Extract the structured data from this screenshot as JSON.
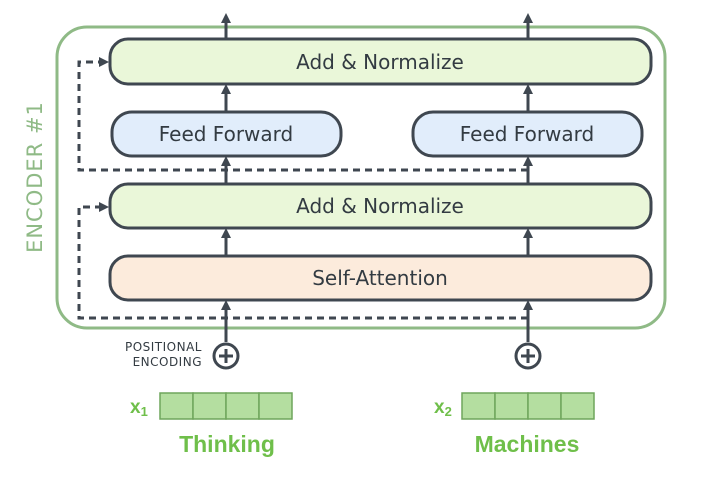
{
  "encoder": {
    "label": "ENCODER #1",
    "add_normalize_top": "Add & Normalize",
    "feed_forward_left": "Feed Forward",
    "feed_forward_right": "Feed Forward",
    "add_normalize_bottom": "Add & Normalize",
    "self_attention": "Self-Attention"
  },
  "positional_encoding": {
    "line1": "POSITIONAL",
    "line2": "ENCODING"
  },
  "inputs": [
    {
      "var": "x",
      "sub": "1",
      "word": "Thinking",
      "cells": 4
    },
    {
      "var": "x",
      "sub": "2",
      "word": "Machines",
      "cells": 4
    }
  ],
  "colors": {
    "encoder_border": "#8fba86",
    "add_normalize_fill": "#eaf7d9",
    "feed_forward_fill": "#e1edfb",
    "self_attention_fill": "#fcebdc",
    "box_stroke": "#3f4750",
    "input_cell_fill": "#b4dea0",
    "input_cell_stroke": "#6fa55c",
    "accent_green": "#6fbf4a"
  }
}
